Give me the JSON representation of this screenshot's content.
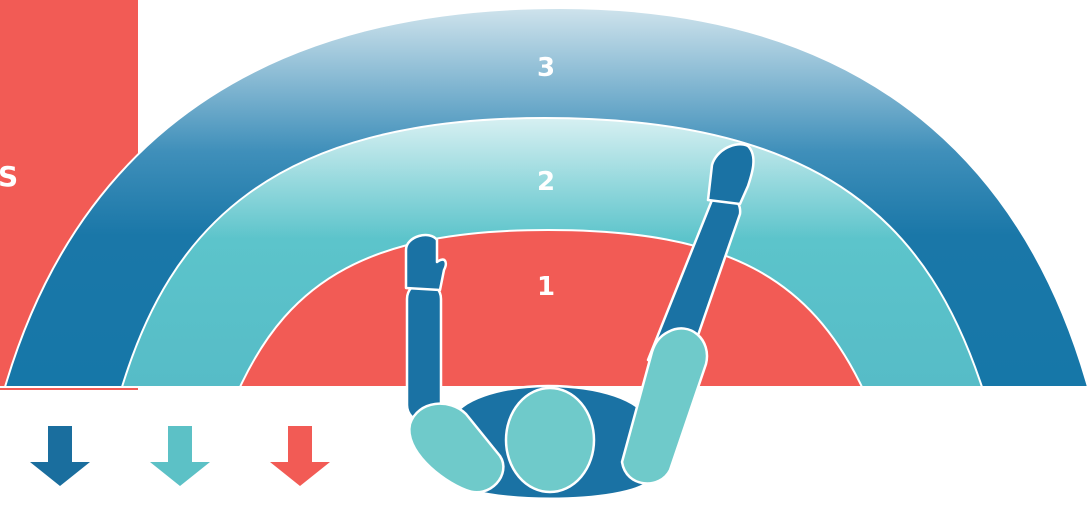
{
  "side_panel": {
    "label": "S",
    "color": "#f25b55"
  },
  "zones": [
    {
      "label": "1",
      "color": "#f25b55"
    },
    {
      "label": "2",
      "color": "#58bec8"
    },
    {
      "label": "3",
      "color": "#1877a8"
    }
  ],
  "arrows": [
    {
      "color": "#1a6e9e"
    },
    {
      "color": "#5cc1c6"
    },
    {
      "color": "#f25b55"
    }
  ],
  "figure": {
    "body_color": "#1a72a4",
    "limb_color": "#6fcaca",
    "outline_color": "#ffffff"
  }
}
